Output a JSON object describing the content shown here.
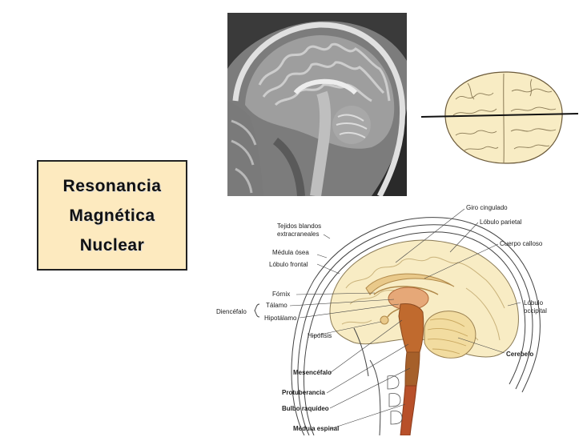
{
  "title_box": {
    "line1": "Resonancia",
    "line2": "Magnética",
    "line3": "Nuclear"
  },
  "diagram": {
    "labels": {
      "giro_cingulado": "Giro cingulado",
      "lobulo_parietal": "Lóbulo parietal",
      "tejidos_blandos_1": "Tejidos blandos",
      "tejidos_blandos_2": "extracraneales",
      "medula_osea": "Médula ósea",
      "cuerpo_calloso": "Cuerpo calloso",
      "lobulo_frontal": "Lóbulo frontal",
      "fornix": "Fórnix",
      "diencefalo": "Diencéfalo",
      "talamo": "Tálamo",
      "hipotalamo": "Hipotálamo",
      "lobulo_occipital_1": "Lóbulo",
      "lobulo_occipital_2": "occipital",
      "hipofisis": "Hipófisis",
      "cerebelo": "Cerebelo",
      "mesencefalo": "Mesencéfalo",
      "protuberancia": "Protuberancia",
      "bulbo_raquideo": "Bulbo raquídeo",
      "medula_espinal": "Médula espinal"
    }
  },
  "colors": {
    "title_box_bg": "#fdeabf",
    "brain_fill": "#f8ecc4",
    "brainstem": "#c06a2e",
    "spinal_cord": "#b8502a",
    "cerebellum": "#f2dca0"
  }
}
